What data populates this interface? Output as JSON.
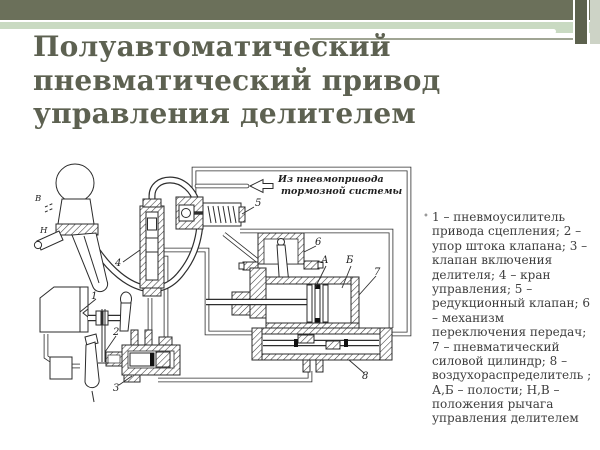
{
  "slide": {
    "title": "Полуавтоматический пневматический привод управления делителем",
    "bullet": "•",
    "caption": "1 – пневмоусилитель привода сцепления; 2 – упор штока клапана; 3 – клапан включения делителя; 4 – кран управления; 5 – редукционный клапан; 6 – механизм переключения передач; 7 – пневматический силовой цилиндр; 8 – воздухораспределитель ; А,Б – полости; Н,В – положения рычага управления делителем"
  },
  "diagram": {
    "annotation": {
      "line1": "Из пневмопривода",
      "line2": "тормозной системы"
    },
    "labels": {
      "n1": "1",
      "n2": "2",
      "n3": "3",
      "n4": "4",
      "n5": "5",
      "n6": "6",
      "n7": "7",
      "n8": "8",
      "cavA": "А",
      "cavB": "Б",
      "posV": "В",
      "posN": "Н"
    }
  },
  "colors": {
    "header_dark": "#6b705a",
    "header_light": "#c9dac2",
    "header_line": "#a0a594",
    "accent_dark": "#5c614d",
    "title": "#5d6151",
    "text": "#3d3d3d"
  }
}
